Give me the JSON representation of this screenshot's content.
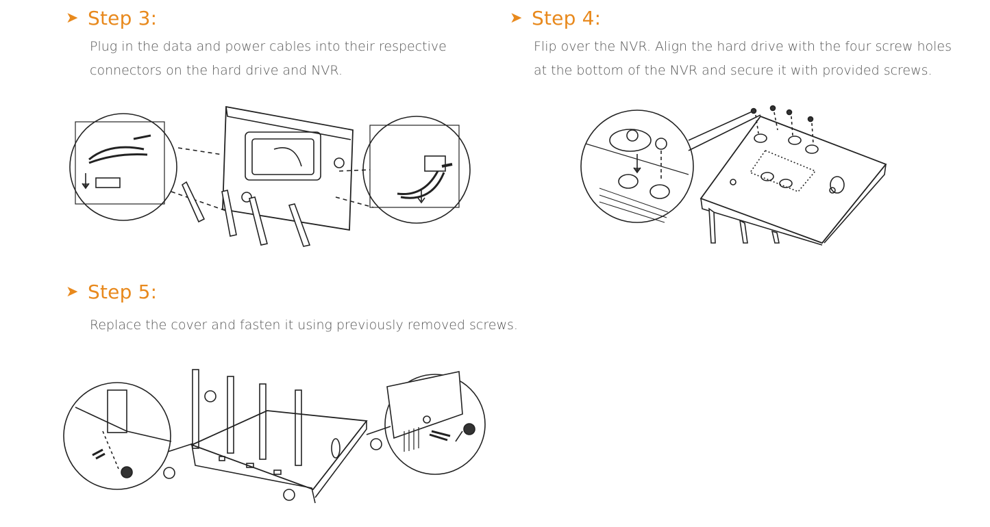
{
  "steps": [
    {
      "arrow": "➤",
      "title": "Step 3:",
      "lines": [
        "Plug in the data and power cables into their respective",
        "connectors on the hard drive and NVR."
      ]
    },
    {
      "arrow": "➤",
      "title": "Step 4:",
      "lines": [
        "Flip over the NVR. Align the hard drive with the four screw holes",
        "at the bottom of the NVR and secure it with provided screws."
      ]
    },
    {
      "arrow": "➤",
      "title": "Step 5:",
      "lines": [
        "Replace the cover and fasten it using previously removed screws."
      ]
    }
  ],
  "colors": {
    "accent": "#e8891d",
    "text": "#555555",
    "line": "#222222"
  }
}
